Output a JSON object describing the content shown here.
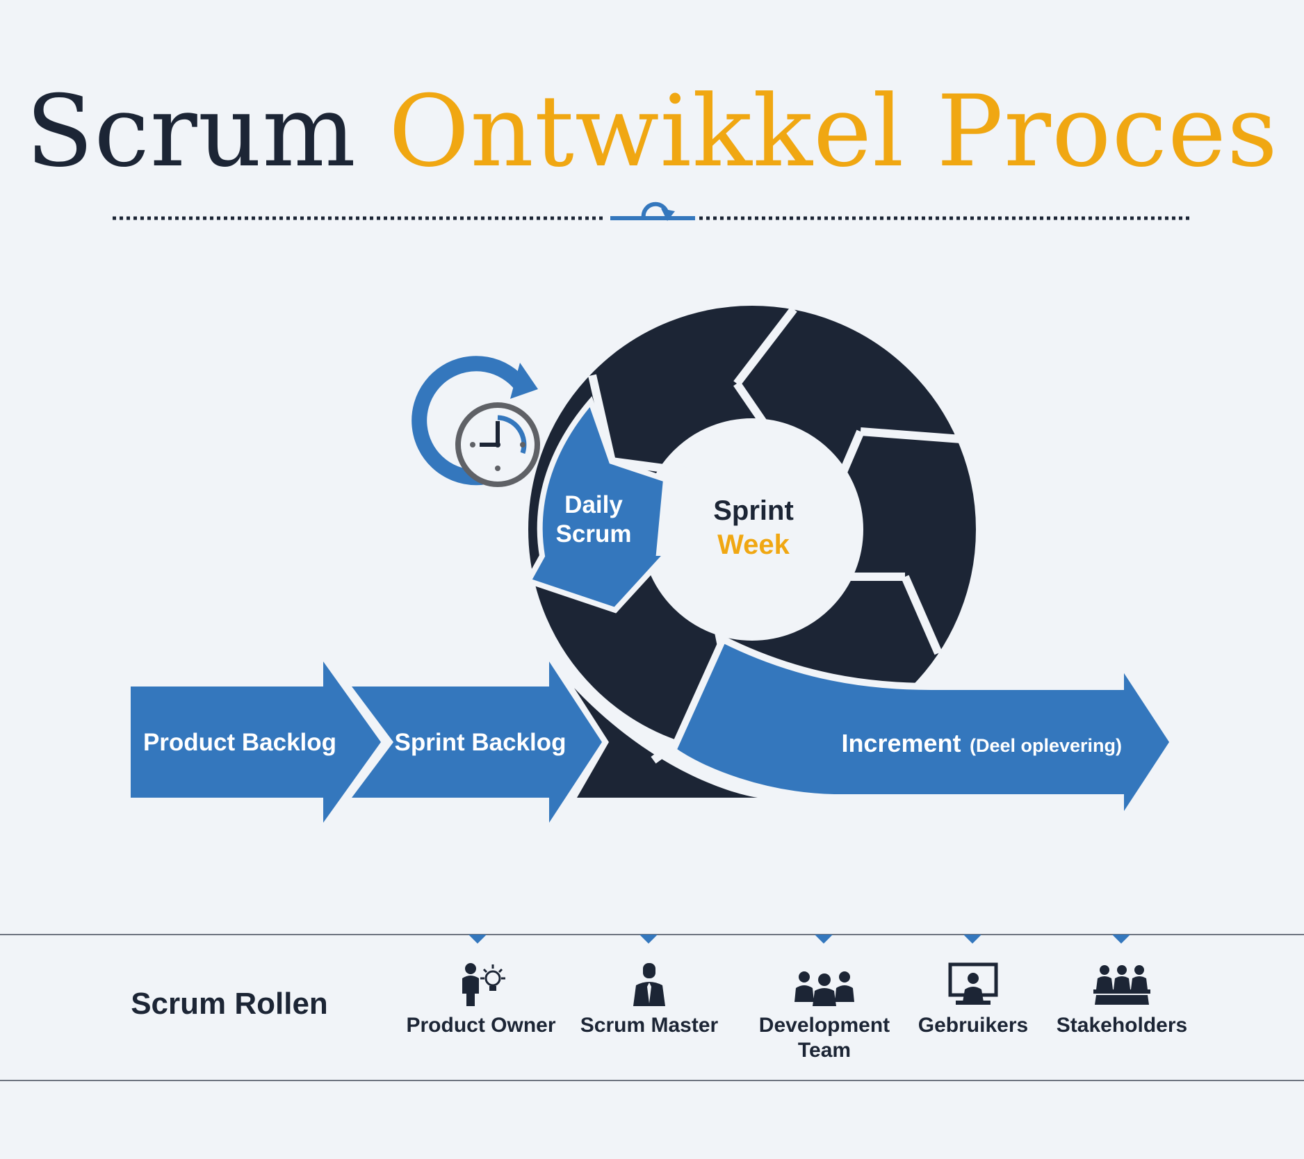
{
  "title": {
    "part1": "Scrum",
    "part2": "Ontwikkel Proces"
  },
  "diagram": {
    "product_backlog": "Product Backlog",
    "sprint_backlog": "Sprint Backlog",
    "increment": "Increment",
    "increment_note": "(Deel oplevering)",
    "daily_line1": "Daily",
    "daily_line2": "Scrum",
    "sprint_line1": "Sprint",
    "sprint_line2": "Week"
  },
  "roles": {
    "heading": "Scrum Rollen",
    "items": [
      {
        "label": "Product Owner",
        "icon": "product-owner-icon"
      },
      {
        "label": "Scrum Master",
        "icon": "scrum-master-icon"
      },
      {
        "label": "Development Team",
        "icon": "development-team-icon"
      },
      {
        "label": "Gebruikers",
        "icon": "gebruikers-icon"
      },
      {
        "label": "Stakeholders",
        "icon": "stakeholders-icon"
      }
    ]
  },
  "colors": {
    "navy": "#1c2535",
    "blue": "#3477bd",
    "gold": "#f0a712",
    "background": "#f1f4f8"
  }
}
